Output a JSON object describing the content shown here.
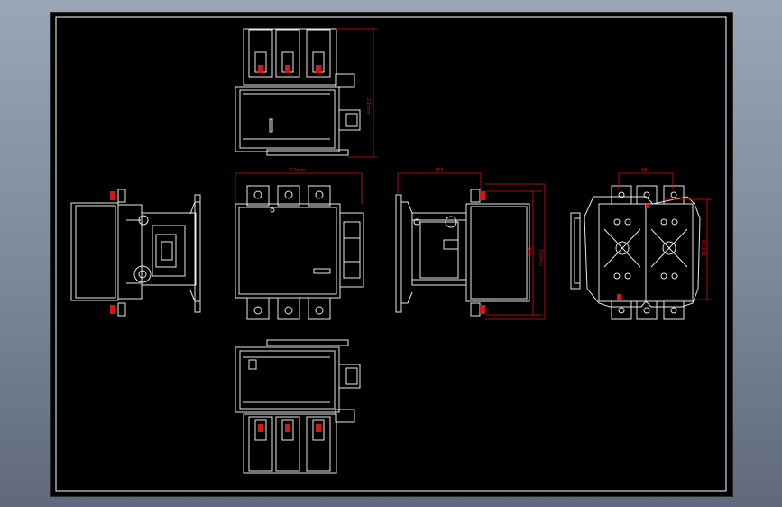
{
  "drawing": {
    "views": [
      "top-view",
      "left-view",
      "front-view",
      "right-view",
      "terminal-end-view",
      "bottom-view"
    ],
    "dimensions": {
      "top_height": "230mm",
      "front_width": "210mm",
      "right_width": "135",
      "right_h1": "185",
      "right_h2": "230mm",
      "end_top": "60",
      "end_side": "2X 150"
    }
  },
  "colors": {
    "background": "#000000",
    "geometry": "#e8e8e8",
    "dimension": "#e01010",
    "frame": "#ffffff"
  }
}
